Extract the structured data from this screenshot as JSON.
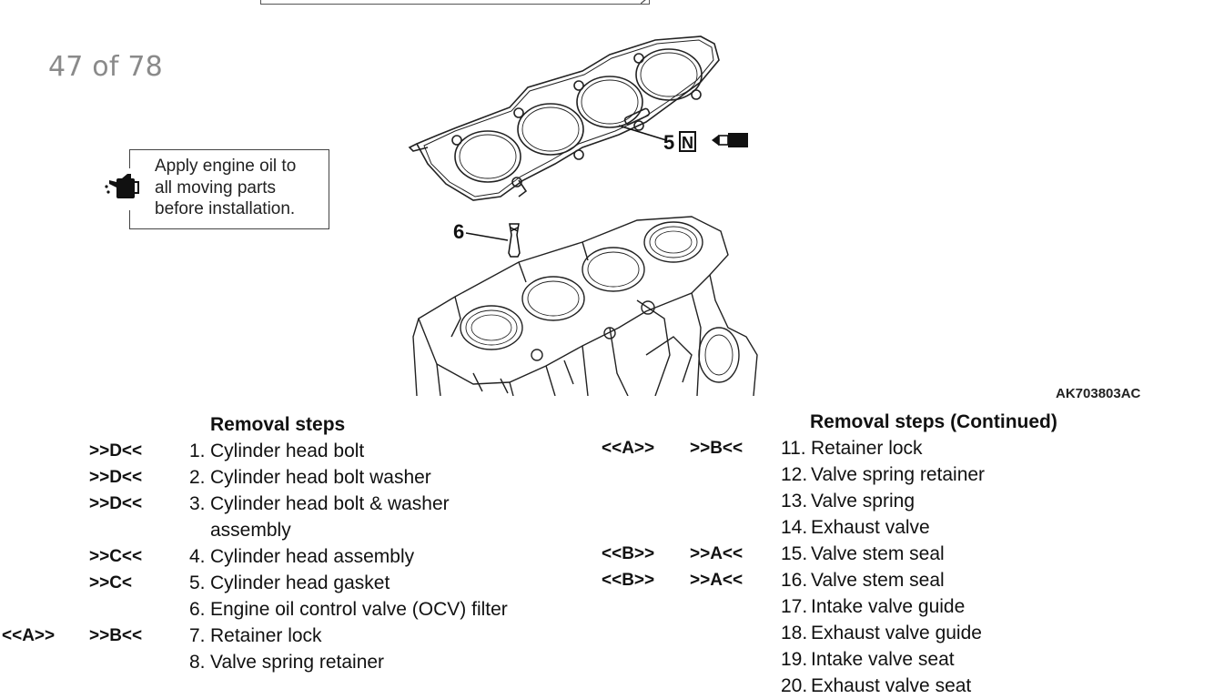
{
  "page": {
    "counter": "47 of 78",
    "diagram_code": "AK703803AC"
  },
  "note": {
    "line1": "Apply engine oil to",
    "line2": "all moving parts",
    "line3": "before installation.",
    "icon": "oil-can-icon"
  },
  "callouts": {
    "gasket_label": "5",
    "gasket_symbol": "N",
    "filter_label": "6"
  },
  "left_column": {
    "title": "Removal steps",
    "rows": [
      {
        "install": "",
        "remove": ">>D<<",
        "num": "1.",
        "text": "Cylinder head bolt"
      },
      {
        "install": "",
        "remove": ">>D<<",
        "num": "2.",
        "text": "Cylinder head bolt washer"
      },
      {
        "install": "",
        "remove": ">>D<<",
        "num": "3.",
        "text": "Cylinder head bolt & washer"
      },
      {
        "install": "",
        "remove": "",
        "num": "",
        "text": "assembly"
      },
      {
        "install": "",
        "remove": ">>C<<",
        "num": "4.",
        "text": "Cylinder head assembly"
      },
      {
        "install": "",
        "remove": ">>C<",
        "num": "5.",
        "text": "Cylinder head gasket"
      },
      {
        "install": "",
        "remove": "",
        "num": "6.",
        "text": "Engine oil control valve (OCV) filter"
      },
      {
        "install": "<<A>>",
        "remove": ">>B<<",
        "num": "7.",
        "text": "Retainer lock"
      },
      {
        "install": "",
        "remove": "",
        "num": "8.",
        "text": "Valve spring retainer"
      }
    ]
  },
  "right_column": {
    "title": "Removal steps (Continued)",
    "rows": [
      {
        "install": "<<A>>",
        "remove": ">>B<<",
        "num": "11.",
        "text": "Retainer lock"
      },
      {
        "install": "",
        "remove": "",
        "num": "12.",
        "text": "Valve spring retainer"
      },
      {
        "install": "",
        "remove": "",
        "num": "13.",
        "text": "Valve spring"
      },
      {
        "install": "",
        "remove": "",
        "num": "14.",
        "text": "Exhaust valve"
      },
      {
        "install": "<<B>>",
        "remove": ">>A<<",
        "num": "15.",
        "text": "Valve stem seal"
      },
      {
        "install": "<<B>>",
        "remove": ">>A<<",
        "num": "16.",
        "text": "Valve stem seal"
      },
      {
        "install": "",
        "remove": "",
        "num": "17.",
        "text": "Intake valve guide"
      },
      {
        "install": "",
        "remove": "",
        "num": "18.",
        "text": "Exhaust valve guide"
      },
      {
        "install": "",
        "remove": "",
        "num": "19.",
        "text": "Intake valve seat"
      },
      {
        "install": "",
        "remove": "",
        "num": "20.",
        "text": "Exhaust valve seat"
      }
    ]
  }
}
